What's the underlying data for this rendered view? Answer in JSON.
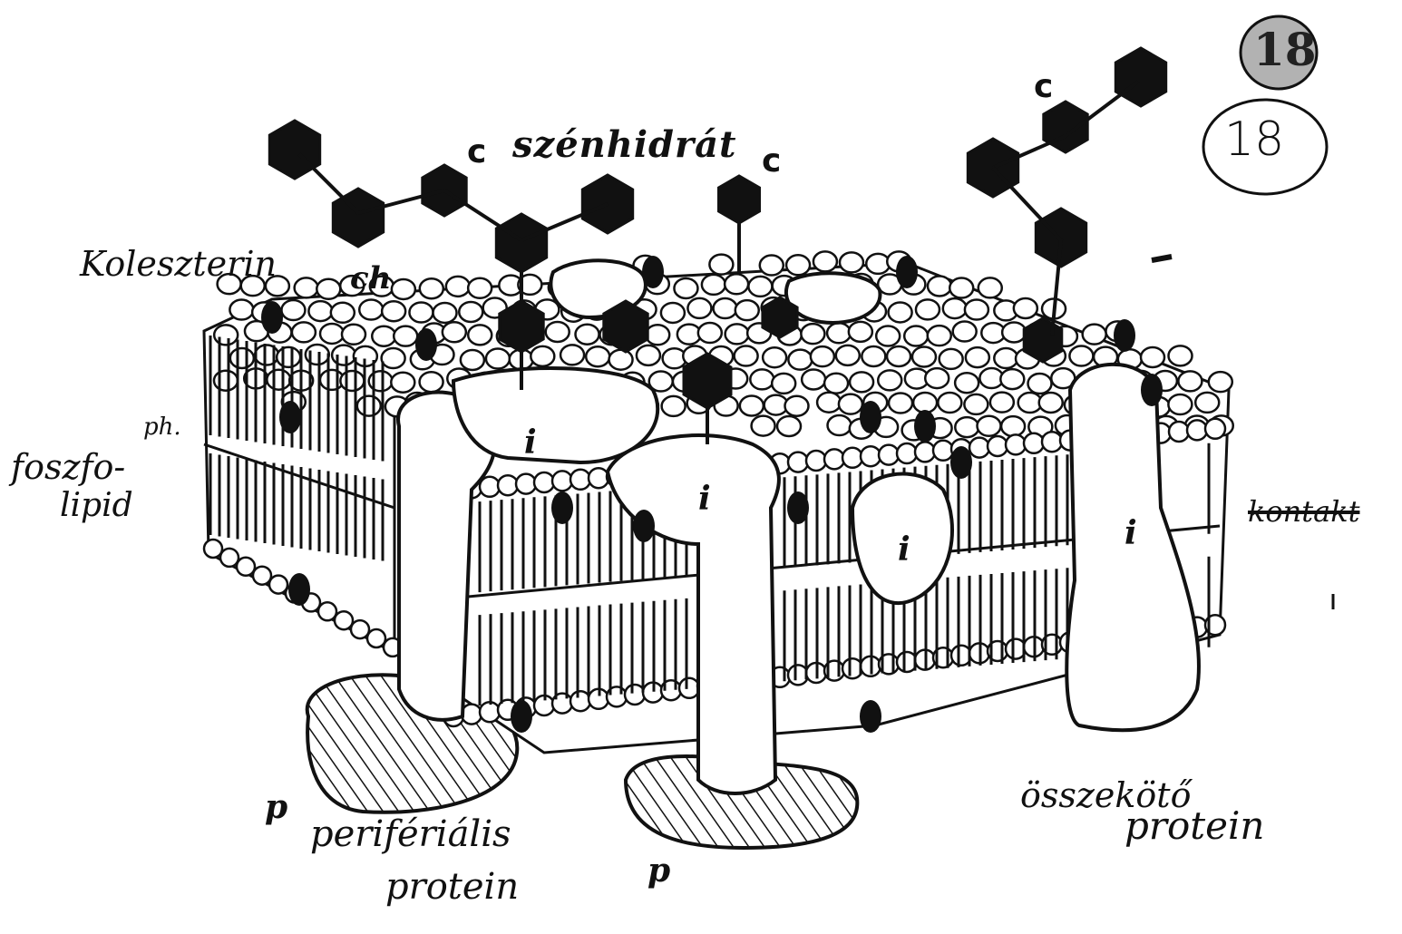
{
  "labels": {
    "koleszterin": "Koleszterin",
    "ch": "ch",
    "szenhidrat": "szénhidrát",
    "c": "c",
    "ph": "ph.",
    "foszfo": "foszfo-",
    "lipid": "lipid",
    "p": "p",
    "periferialis": "perifériális",
    "protein": "protein",
    "osszekoto": "összekötő",
    "i": "i",
    "page_number_crossed": "18",
    "page_number_circled": "18",
    "struck_text": "kontakt"
  },
  "colors": {
    "ink": "#111111",
    "paper": "#ffffff"
  }
}
